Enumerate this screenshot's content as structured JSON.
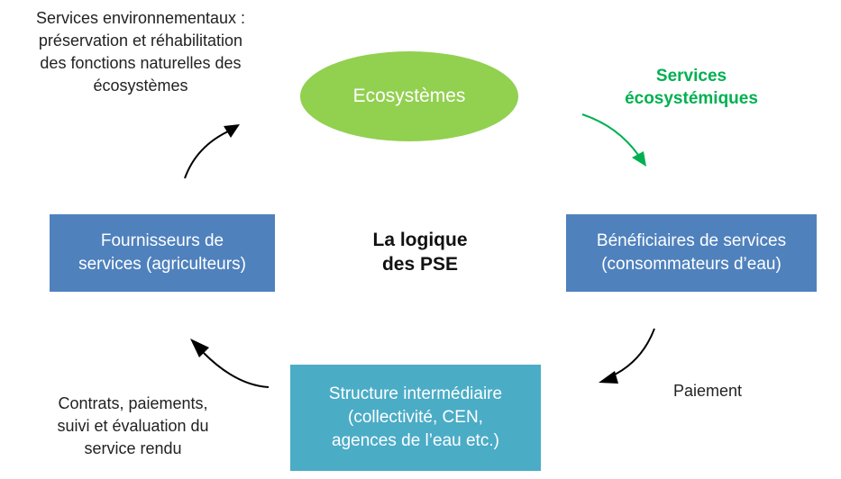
{
  "diagram": {
    "title": "La logique\ndes PSE",
    "nodes": {
      "ecosystemes": "Ecosystèmes",
      "fournisseurs": "Fournisseurs de\nservices (agriculteurs)",
      "beneficiaires": "Bénéficiaires de services\n(consommateurs  d’eau)",
      "structure": "Structure intermédiaire\n(collectivité, CEN,\nagences de l’eau etc.)"
    },
    "edge_labels": {
      "services_env": "Services environnementaux  :\npréservation et réhabilitation\ndes fonctions naturelles des\nécosystèmes",
      "services_eco": "Services\nécosystémiques",
      "paiement": "Paiement",
      "contrats": "Contrats, paiements,\nsuivi et évaluation du\nservice rendu"
    }
  },
  "colors": {
    "ellipse_green": "#92d050",
    "box_blue": "#4f81bd",
    "box_teal": "#4bacc6",
    "green_text": "#00b050",
    "arrow_black": "#000000"
  }
}
